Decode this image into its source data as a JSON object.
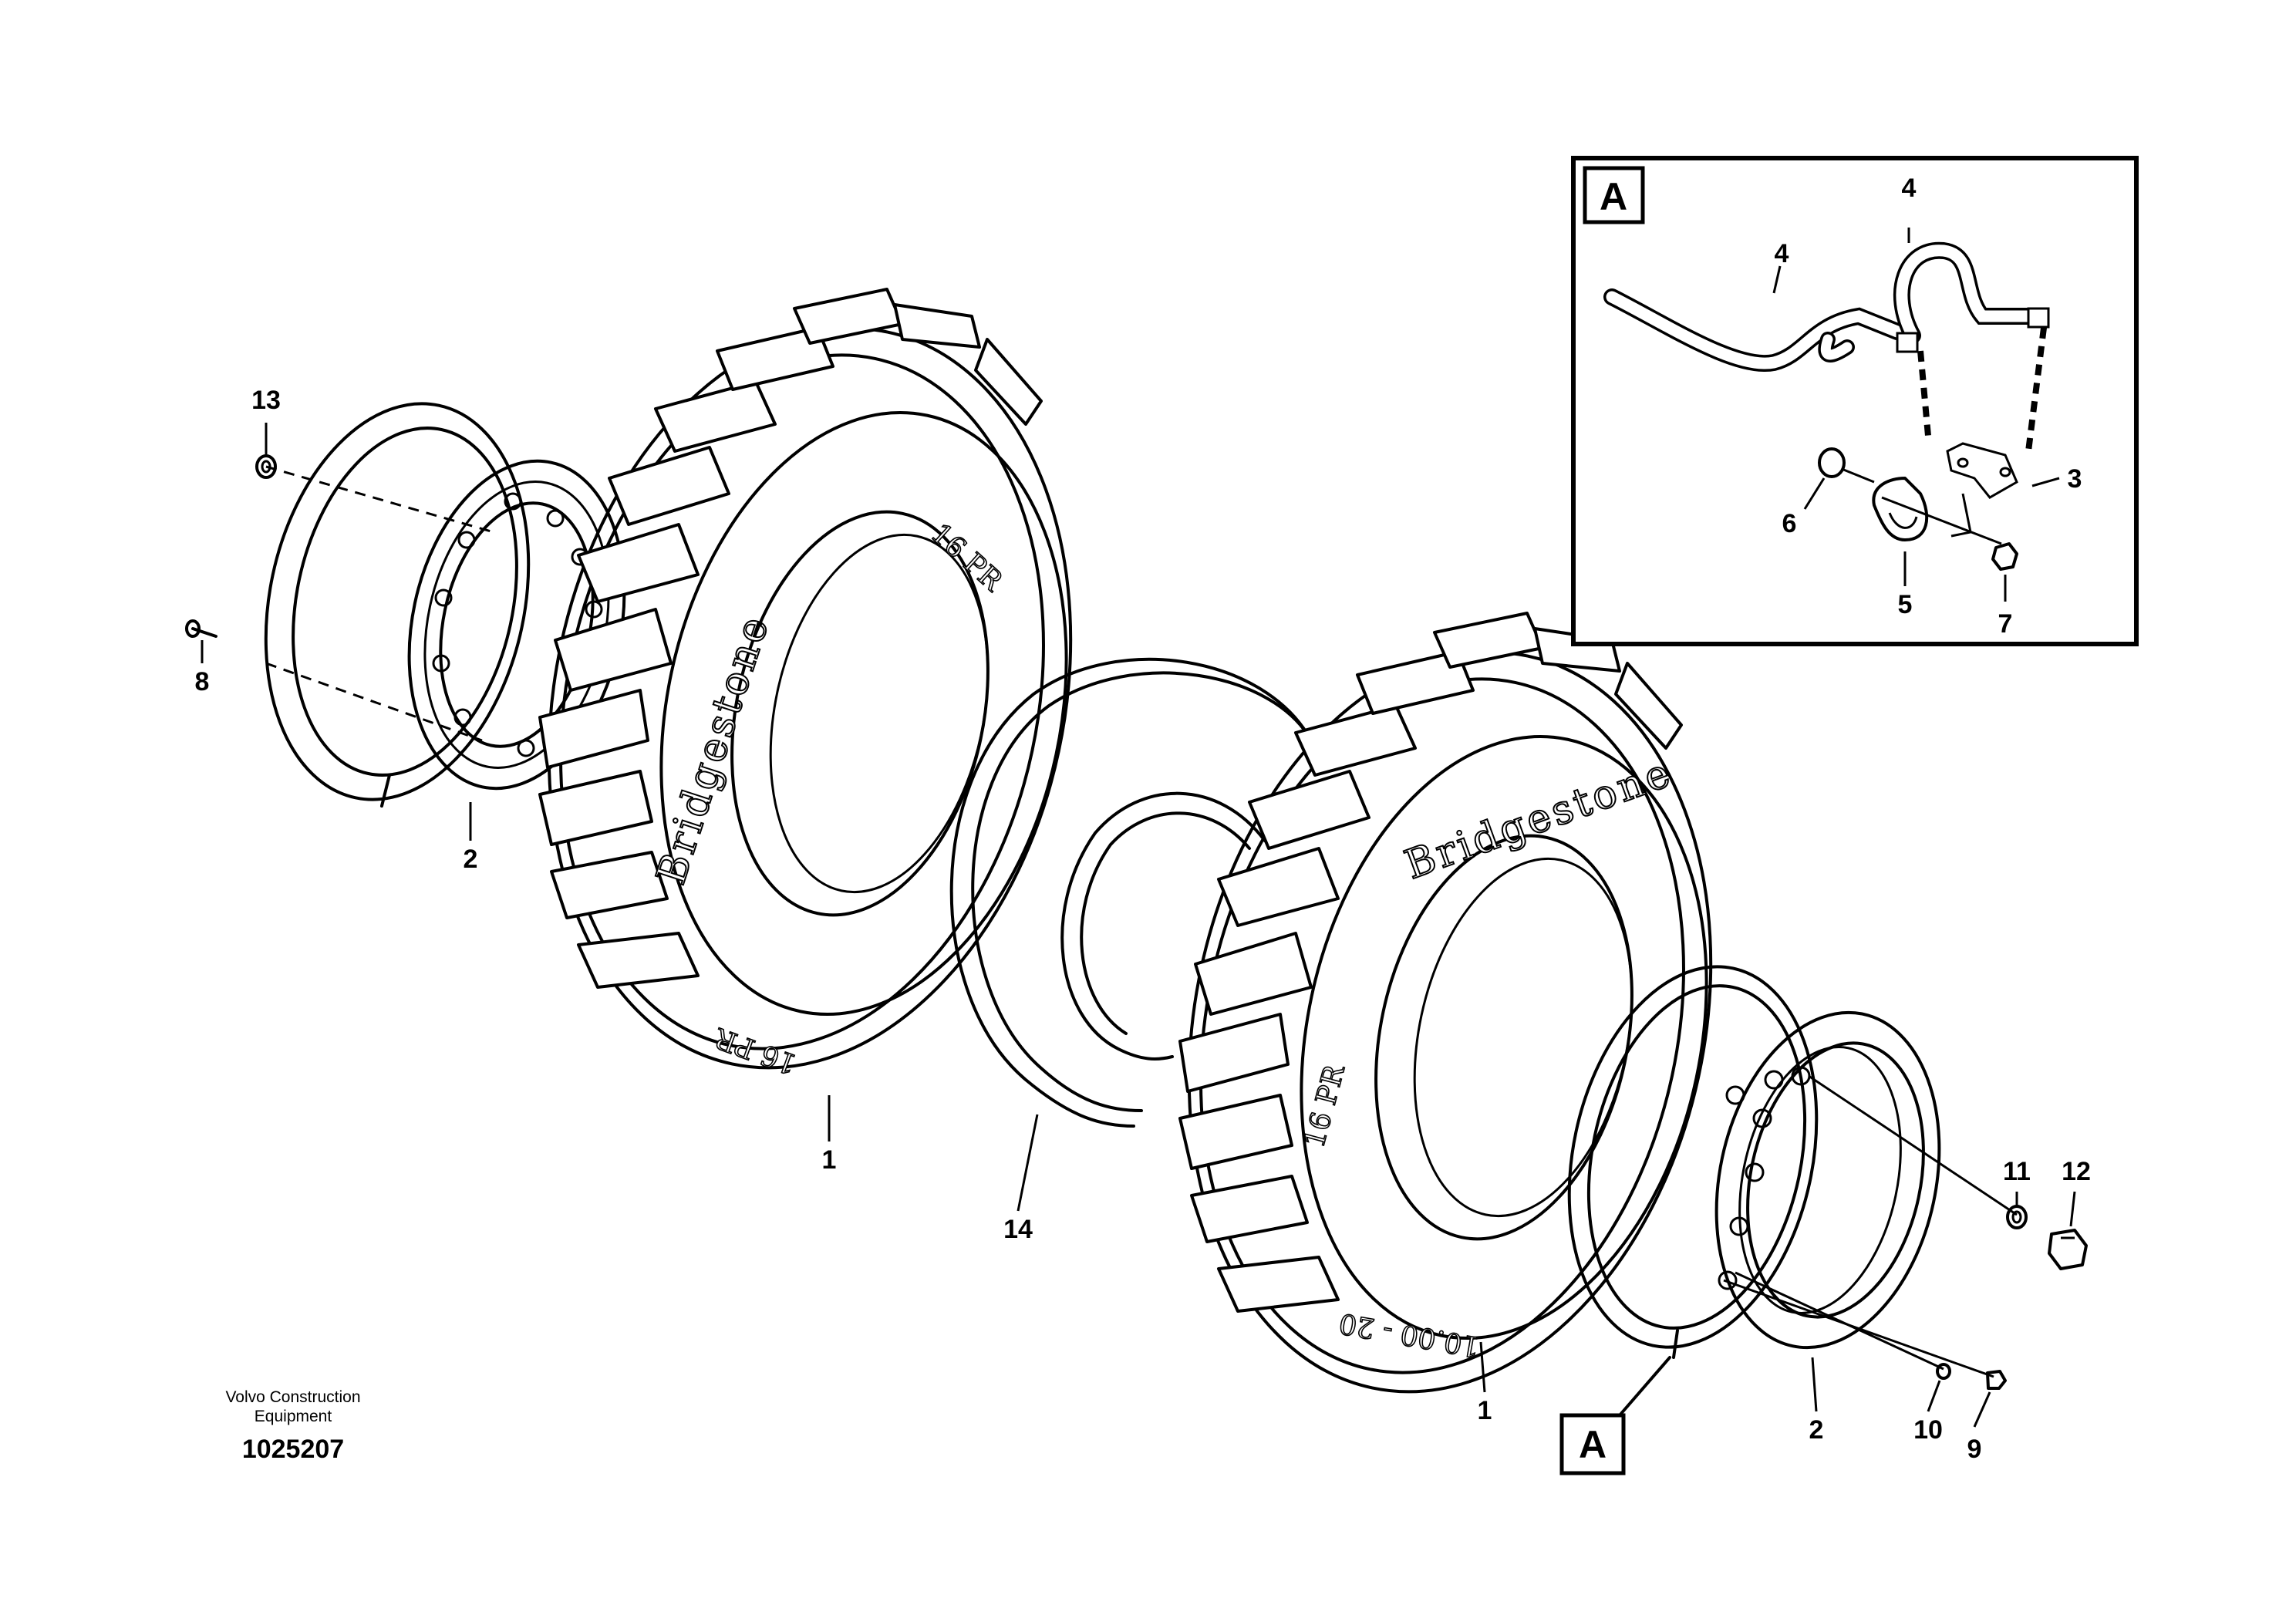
{
  "labels": {
    "l13": "13",
    "l8": "8",
    "l2_left": "2",
    "l1_left": "1",
    "l14": "14",
    "l1_right": "1",
    "l2_right": "2",
    "l10": "10",
    "l9": "9",
    "l11": "11",
    "l12": "12",
    "inset_4a": "4",
    "inset_4b": "4",
    "inset_3": "3",
    "inset_6": "6",
    "inset_5": "5",
    "inset_7": "7"
  },
  "detail_marker": "A",
  "inset_marker": "A",
  "tyre_text": {
    "brand_left": "Bridgestone",
    "ply_left_top": "16 PR",
    "ply_left_bottom": "16 PR",
    "brand_right": "Bridgestone",
    "ply_right": "16 PR",
    "size_right": "10.00 - 20"
  },
  "footer": {
    "company_line1": "Volvo Construction",
    "company_line2": "Equipment",
    "drawing_number": "1025207"
  }
}
